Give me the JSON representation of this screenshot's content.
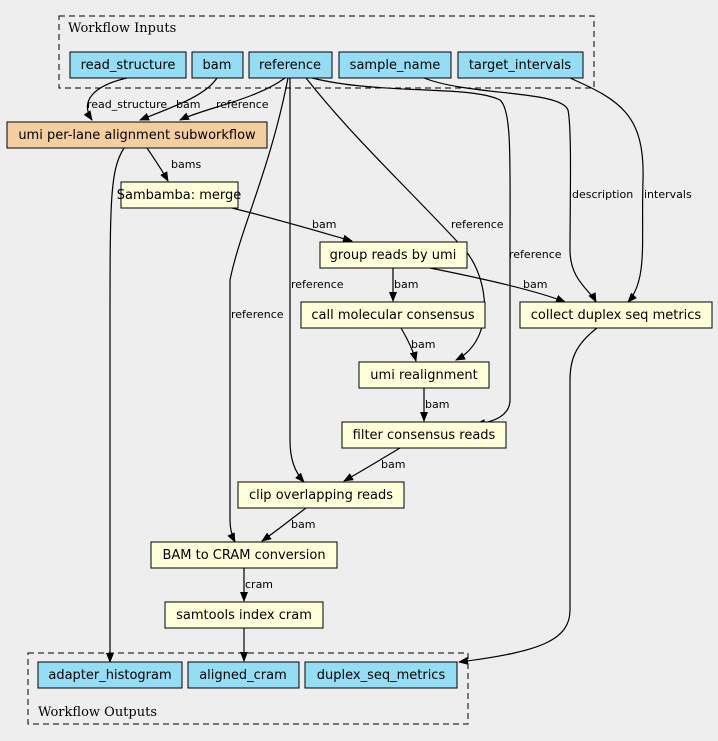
{
  "colors": {
    "background": "#eeeeee",
    "input": "#94ddf4",
    "output": "#94ddf4",
    "subworkflow": "#f3cea1",
    "step": "#ffffd9"
  },
  "clusters": {
    "inputs": "Workflow Inputs",
    "outputs": "Workflow Outputs"
  },
  "nodes": {
    "read_structure": "read_structure",
    "bam_in": "bam",
    "reference": "reference",
    "sample_name": "sample_name",
    "target_intervals": "target_intervals",
    "umi_alignment": "umi per-lane alignment subworkflow",
    "merge": "Sambamba: merge",
    "group": "group reads by umi",
    "call": "call molecular consensus",
    "collect": "collect duplex seq metrics",
    "realign": "umi realignment",
    "filter": "filter consensus reads",
    "clip": "clip overlapping reads",
    "cram": "BAM to CRAM conversion",
    "index": "samtools index cram",
    "adapter_histogram": "adapter_histogram",
    "aligned_cram": "aligned_cram",
    "duplex_seq_metrics": "duplex_seq_metrics"
  },
  "edge_labels": {
    "e_read_structure": "read_structure",
    "e_bam": "bam",
    "e_reference_align": "reference",
    "e_bams": "bams",
    "e_bam_group": "bam",
    "e_ref_realign": "reference",
    "e_ref_filter": "reference",
    "e_ref_clip": "reference",
    "e_ref_cram": "reference",
    "e_description": "description",
    "e_intervals": "intervals",
    "e_bam_collect": "bam",
    "e_bam_call": "bam",
    "e_bam_realign": "bam",
    "e_bam_filter": "bam",
    "e_bam_clip": "bam",
    "e_bam_cram": "bam",
    "e_cram": "cram"
  }
}
